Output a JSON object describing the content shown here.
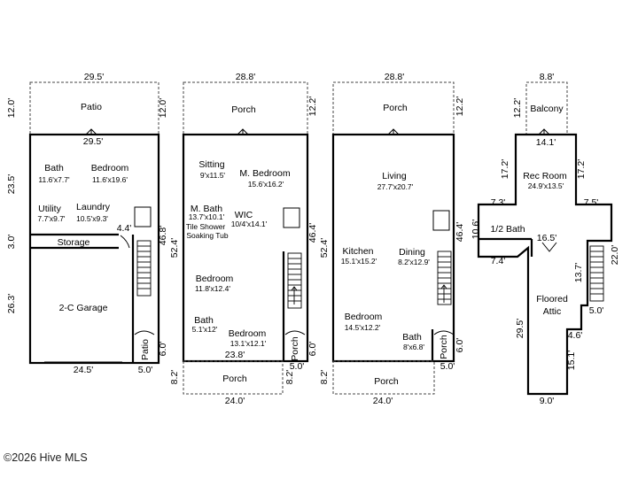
{
  "plan1": {
    "top_width": "29.5'",
    "patio_depth_left": "12.0'",
    "patio_depth_right": "12.0'",
    "patio_label": "Patio",
    "wall_width": "29.5'",
    "bath_label": "Bath",
    "bath_size": "11.6'x7.7'",
    "bedroom_label": "Bedroom",
    "bedroom_size": "11.6'x19.6'",
    "utility_label": "Utility",
    "utility_size": "7.7'x9.7'",
    "laundry_label": "Laundry",
    "laundry_size": "10.5'x9.3'",
    "upper_depth": "23.5'",
    "storage_depth": "3.0'",
    "storage_label": "Storage",
    "garage_offset": "4.4'",
    "garage_depth": "26.3'",
    "garage_label": "2-C Garage",
    "side_depth": "46.8'",
    "small_patio_label": "Patio",
    "small_patio_depth": "6.0'",
    "bottom_width": "24.5'",
    "small_patio_width": "5.0'"
  },
  "plan2": {
    "top_width": "28.8'",
    "porch_label": "Porch",
    "porch_depth": "12.2'",
    "sitting_label": "Sitting",
    "sitting_size": "9'x11.5'",
    "mbed_label": "M. Bedroom",
    "mbed_size": "15.6'x16.2'",
    "mbath_label": "M. Bath",
    "mbath_size": "13.7'x10.1'",
    "wic_label": "WIC",
    "wic_size": "10/4'x14.1'",
    "shower_note": "Tile Shower",
    "tub_note": "Soaking Tub",
    "left_depth": "52.4'",
    "right_depth": "46.4'",
    "bedroom_label": "Bedroom",
    "bedroom_size": "11.8'x12.4'",
    "bath_label": "Bath",
    "bath_size": "5.1'x12'",
    "bedroom2_label": "Bedroom",
    "bedroom2_size": "13.1'x12.1'",
    "small_porch_label": "Porch",
    "small_porch_depth": "6.0'",
    "bottom_wall": "23.8'",
    "small_porch_width": "5.0'",
    "lower_porch_depth_left": "8.2'",
    "lower_porch_depth_right": "8.2'",
    "lower_porch_label": "Porch",
    "lower_porch_width": "24.0'"
  },
  "plan3": {
    "top_width": "28.8'",
    "porch_label": "Porch",
    "porch_depth": "12.2'",
    "living_label": "Living",
    "living_size": "27.7'x20.7'",
    "left_depth": "52.4'",
    "right_depth": "46.4'",
    "kitchen_label": "Kitchen",
    "kitchen_size": "15.1'x15.2'",
    "dining_label": "Dining",
    "dining_size": "8.2'x12.9'",
    "bedroom_label": "Bedroom",
    "bedroom_size": "14.5'x12.2'",
    "bath_label": "Bath",
    "bath_size": "8'x6.8'",
    "small_porch_label": "Porch",
    "small_porch_depth": "6.0'",
    "small_porch_width": "5.0'",
    "lower_porch_depth": "8.2'",
    "lower_porch_label": "Porch",
    "lower_porch_width": "24.0'"
  },
  "plan4": {
    "top_width": "8.8'",
    "balcony_depth": "12.2'",
    "balcony_label": "Balcony",
    "balcony_wall": "14.1'",
    "left_depth": "17.2'",
    "right_depth": "17.2'",
    "rec_label": "Rec Room",
    "rec_size": "24.9'x13.5'",
    "left_step": "7.3'",
    "right_step": "7.5'",
    "half_bath_depth": "10.6'",
    "half_bath_label": "1/2 Bath",
    "mid_width": "16.5'",
    "right_stair_depth": "22.0'",
    "lower_left_step": "7.4'",
    "stair_depth": "13.7'",
    "attic_label": "Floored",
    "attic_label2": "Attic",
    "attic_depth": "29.5'",
    "stair_bottom": "5.0'",
    "notch_width": "4.6'",
    "notch_depth": "15.1'",
    "bottom_width": "9.0'"
  },
  "copyright": "©2026 Hive MLS"
}
